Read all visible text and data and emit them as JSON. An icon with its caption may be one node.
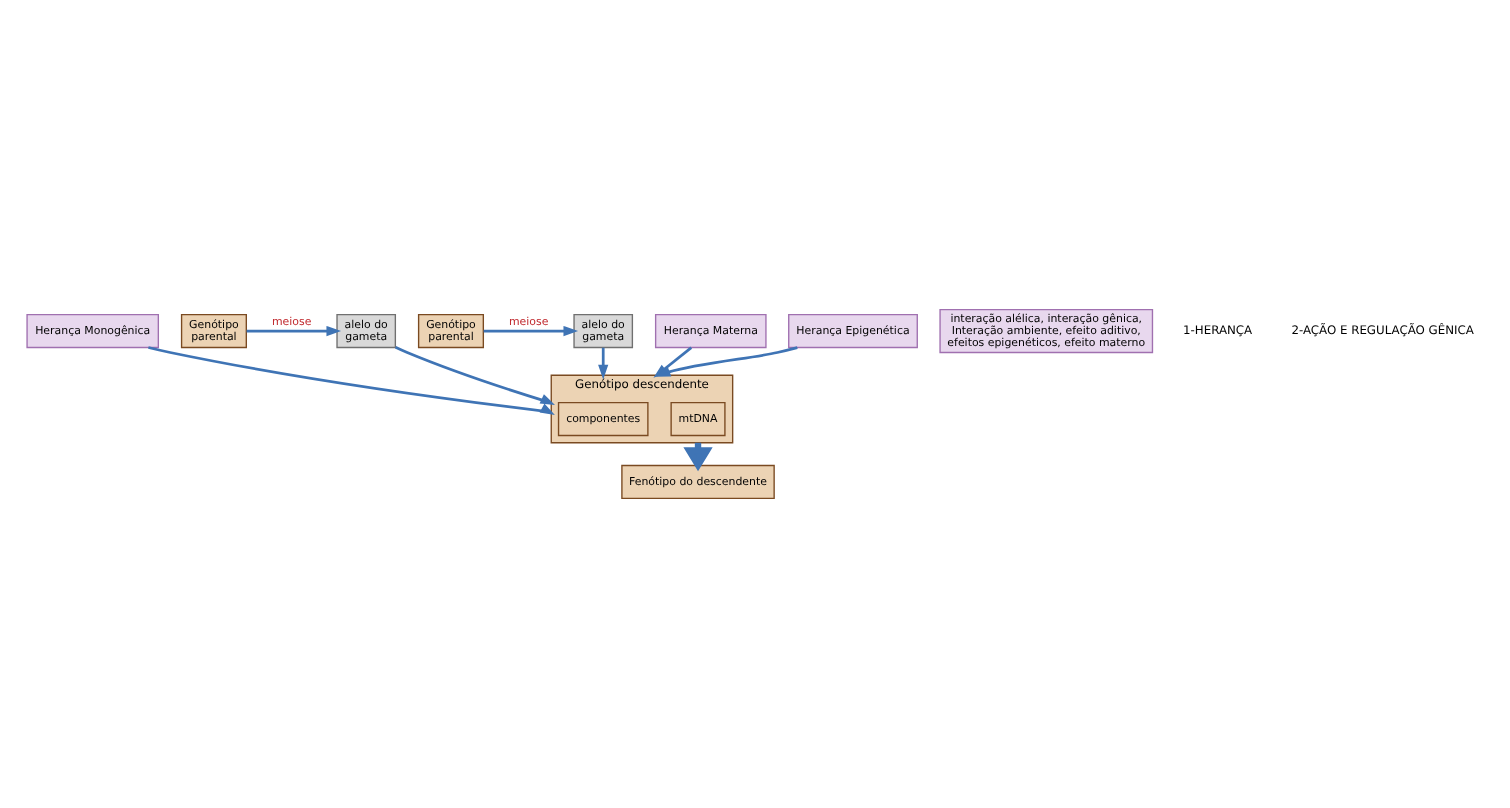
{
  "diagram": {
    "nodes": [
      {
        "text": [
          "Herança Monogênica"
        ]
      },
      {
        "text": [
          "Genótipo parental"
        ]
      },
      {
        "text": [
          "alelo do gameta"
        ]
      },
      {
        "text": [
          "alelo do gameta"
        ]
      },
      {
        "text": [
          "Genótipo parental"
        ]
      },
      {
        "text": [
          "Genótipo descendente"
        ]
      },
      {
        "text": [
          "mtDNA"
        ],
        "in": 5
      },
      {
        "text": [
          "componentes"
        ],
        "in": 5
      },
      {
        "text": [
          "Herança Materna"
        ]
      },
      {
        "text": [
          "Herança Epigenética"
        ]
      },
      {
        "text": [
          "interação alélica, interação gênica, Interação ambiente, efeito aditivo, efeitos epigenéticos, efeito materno"
        ]
      },
      {
        "text": [
          "Fenótipo do descendente"
        ]
      }
    ],
    "edges": [
      {
        "from": 1,
        "to": 2,
        "arrow": "to",
        "label": "meiose"
      },
      {
        "from": 4,
        "to": 3,
        "arrow": "to",
        "label": "meiose"
      },
      {
        "from": 0,
        "to": 5,
        "arrow": "to"
      },
      {
        "from": 2,
        "to": 5,
        "arrow": "to"
      },
      {
        "from": 3,
        "to": 5,
        "arrow": "to"
      },
      {
        "from": 8,
        "to": 5,
        "arrow": "to"
      },
      {
        "from": 9,
        "to": 5,
        "arrow": "to"
      },
      {
        "from": 5,
        "to": 11,
        "arrow": "to",
        "style": "thick"
      }
    ],
    "labels": [
      "1-HERANÇA",
      "2-AÇÃO E REGULAÇÃO GÊNICA"
    ]
  }
}
